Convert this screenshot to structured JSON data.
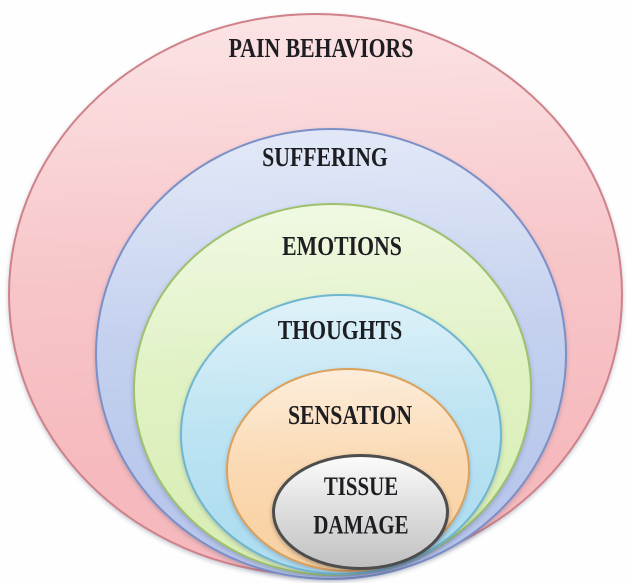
{
  "diagram": {
    "type": "nested-ellipses-onion",
    "background": "#fefefe",
    "text_color": "#1d1d22",
    "rings": [
      {
        "label": "PAIN BEHAVIORS",
        "fill": "#f5b6ba",
        "border": "#cf8289"
      },
      {
        "label": "SUFFERING",
        "fill": "#b4c4ea",
        "border": "#7b90c7"
      },
      {
        "label": "EMOTIONS",
        "fill": "#d8eeb4",
        "border": "#9fc16d"
      },
      {
        "label": "THOUGHTS",
        "fill": "#abdcef",
        "border": "#6fb6d0"
      },
      {
        "label": "SENSATION",
        "fill": "#f9d0a0",
        "border": "#dba05c"
      },
      {
        "label": "TISSUE DAMAGE",
        "fill": "#cfcfcf",
        "border": "#4d4d4d"
      }
    ]
  }
}
